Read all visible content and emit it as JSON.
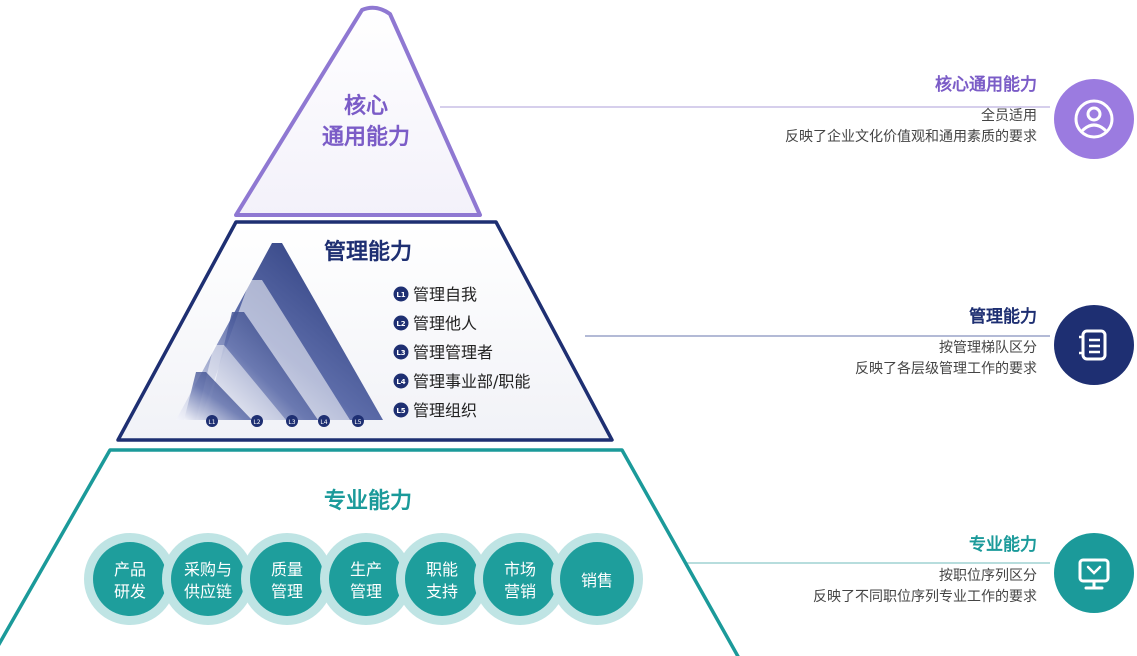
{
  "top_tier": {
    "title_line1": "核心",
    "title_line2": "通用能力",
    "color": "#7b5cc7"
  },
  "middle_tier": {
    "title": "管理能力",
    "color": "#1e2f72",
    "levels": [
      {
        "badge": "L1",
        "label": "管理自我"
      },
      {
        "badge": "L2",
        "label": "管理他人"
      },
      {
        "badge": "L3",
        "label": "管理管理者"
      },
      {
        "badge": "L4",
        "label": "管理事业部/职能"
      },
      {
        "badge": "L5",
        "label": "管理组织"
      }
    ],
    "stair_badges": [
      "L1",
      "L2",
      "L3",
      "L4",
      "L5"
    ]
  },
  "bottom_tier": {
    "title": "专业能力",
    "color": "#1b9a9a",
    "circles": [
      {
        "line1": "产品",
        "line2": "研发"
      },
      {
        "line1": "采购与",
        "line2": "供应链"
      },
      {
        "line1": "质量",
        "line2": "管理"
      },
      {
        "line1": "生产",
        "line2": "管理"
      },
      {
        "line1": "职能",
        "line2": "支持"
      },
      {
        "line1": "市场",
        "line2": "营销"
      },
      {
        "line1": "销售",
        "line2": ""
      }
    ]
  },
  "right_panels": [
    {
      "title": "核心通用能力",
      "line1": "全员适用",
      "line2": "反映了企业文化价值观和通用素质的要求",
      "color": "#9b7be0",
      "icon": "user-profile-icon"
    },
    {
      "title": "管理能力",
      "line1": "按管理梯队区分",
      "line2": "反映了各层级管理工作的要求",
      "color": "#1e2f72",
      "icon": "list-document-icon"
    },
    {
      "title": "专业能力",
      "line1": "按职位序列区分",
      "line2": "反映了不同职位序列专业工作的要求",
      "color": "#1b9a9a",
      "icon": "monitor-icon"
    }
  ]
}
